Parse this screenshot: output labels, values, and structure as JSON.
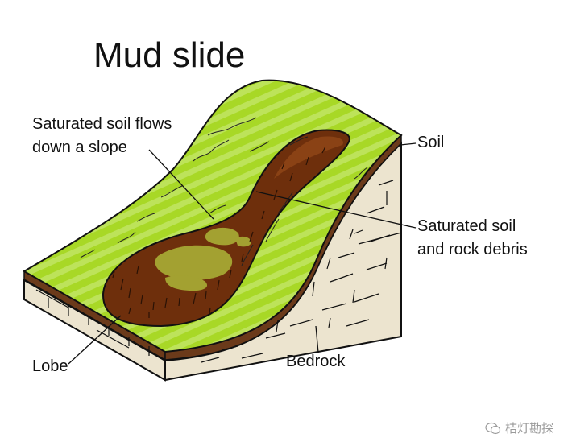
{
  "title": "Mud slide",
  "labels": {
    "saturated_flow_line1": "Saturated soil flows",
    "saturated_flow_line2": "down a slope",
    "soil": "Soil",
    "debris_line1": "Saturated soil",
    "debris_line2": "and rock debris",
    "lobe": "Lobe",
    "bedrock": "Bedrock"
  },
  "watermark": "桔灯勘探",
  "colors": {
    "grass": "#a8d826",
    "grass_stripe": "#c3e85e",
    "mud": "#6e2f0c",
    "mud_light": "#a3a131",
    "soil_layer": "#6b3a1a",
    "bedrock": "#ece4cf",
    "outline": "#111111"
  }
}
